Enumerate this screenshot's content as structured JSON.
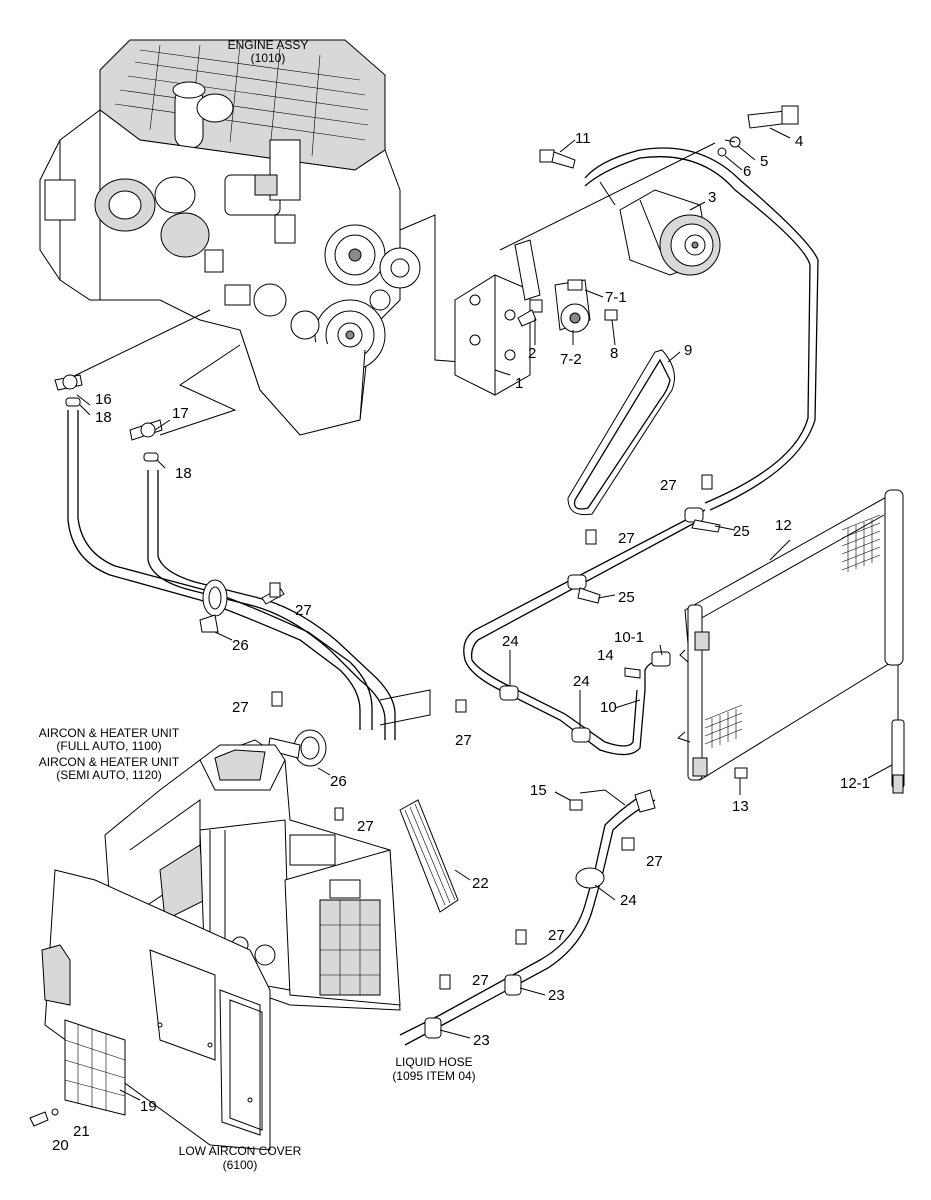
{
  "captions": {
    "engine_assy_1": "ENGINE ASSY",
    "engine_assy_2": "(1010)",
    "aircon_full_1": "AIRCON & HEATER UNIT",
    "aircon_full_2": "(FULL AUTO, 1100)",
    "aircon_semi_1": "AIRCON & HEATER UNIT",
    "aircon_semi_2": "(SEMI AUTO, 1120)",
    "liquid_hose_1": "LIQUID HOSE",
    "liquid_hose_2": "(1095 ITEM 04)",
    "low_cover_1": "LOW AIRCON COVER",
    "low_cover_2": "(6100)"
  },
  "callouts": {
    "c1": "1",
    "c2": "2",
    "c3": "3",
    "c4": "4",
    "c5": "5",
    "c6": "6",
    "c7_1": "7-1",
    "c7_2": "7-2",
    "c8": "8",
    "c9": "9",
    "c10": "10",
    "c10_1": "10-1",
    "c11": "11",
    "c12": "12",
    "c12_1": "12-1",
    "c13": "13",
    "c14": "14",
    "c15": "15",
    "c16": "16",
    "c17": "17",
    "c18a": "18",
    "c18b": "18",
    "c19": "19",
    "c20": "20",
    "c21": "21",
    "c22": "22",
    "c23a": "23",
    "c23b": "23",
    "c24a": "24",
    "c24b": "24",
    "c24c": "24",
    "c25a": "25",
    "c25b": "25",
    "c26a": "26",
    "c26b": "26",
    "c27a": "27",
    "c27b": "27",
    "c27c": "27",
    "c27d": "27",
    "c27e": "27",
    "c27f": "27",
    "c27g": "27",
    "c27h": "27",
    "c27i": "27"
  }
}
